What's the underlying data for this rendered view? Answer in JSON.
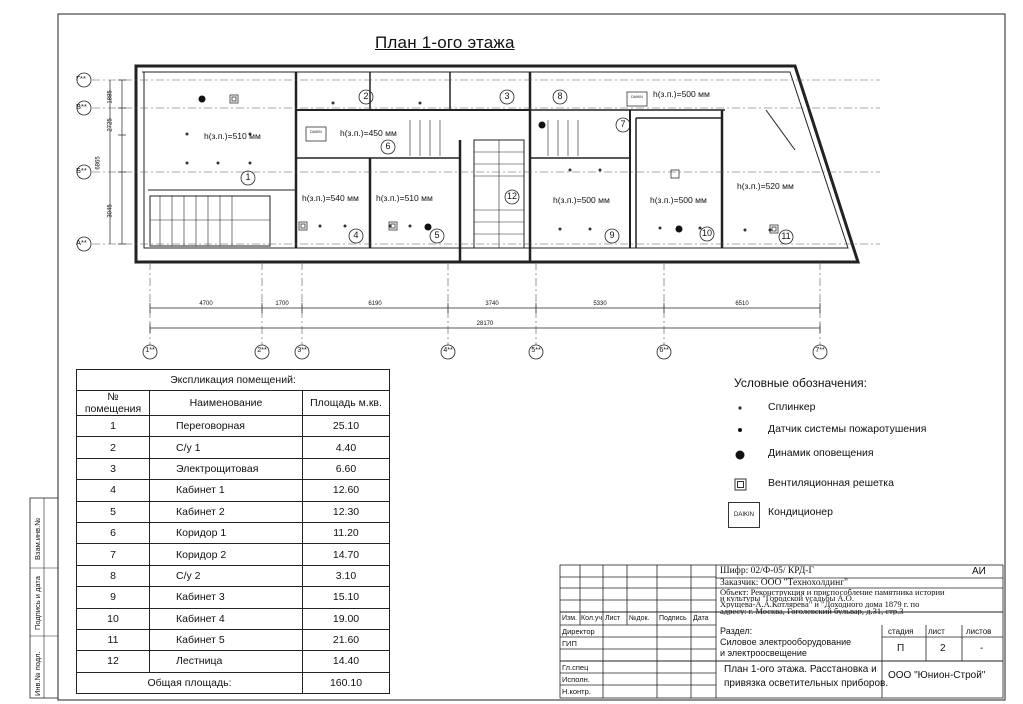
{
  "plan": {
    "title": "План 1-ого этажа",
    "axes_rows": [
      "Г**",
      "В**",
      "Б**",
      "А**"
    ],
    "axes_cols": [
      "1**",
      "2**",
      "3**",
      "4**",
      "5**",
      "6**",
      "7**"
    ],
    "row_dims": [
      "1885",
      "2725",
      "6865",
      "3045"
    ],
    "col_dims": [
      "4700",
      "1700",
      "6190",
      "3740",
      "5330",
      "6510"
    ],
    "total_dim": "28170",
    "room_numbers": [
      "1",
      "2",
      "3",
      "4",
      "5",
      "6",
      "7",
      "8",
      "9",
      "10",
      "11",
      "12"
    ],
    "heights": {
      "r1": "h(з.п.)=510 мм",
      "r6": "h(з.п.)=450 мм",
      "r7": "h(з.п.)=500 мм",
      "r4": "h(з.п.)=540 мм",
      "r5": "h(з.п.)=510 мм",
      "r9": "h(з.п.)=500 мм",
      "r10": "h(з.п.)=500 мм",
      "r11": "h(з.п.)=520 мм"
    },
    "daikin": "DAIKIN"
  },
  "explication": {
    "caption": "Экспликация помещений:",
    "headers": [
      "№ помещения",
      "Наименование",
      "Площадь м.кв."
    ],
    "rows": [
      {
        "no": "1",
        "name": "Переговорная",
        "area": "25.10"
      },
      {
        "no": "2",
        "name": "С/у 1",
        "area": "4.40"
      },
      {
        "no": "3",
        "name": "Электрощитовая",
        "area": "6.60"
      },
      {
        "no": "4",
        "name": "Кабинет 1",
        "area": "12.60"
      },
      {
        "no": "5",
        "name": "Кабинет 2",
        "area": "12.30"
      },
      {
        "no": "6",
        "name": "Коридор 1",
        "area": "11.20"
      },
      {
        "no": "7",
        "name": "Коридор 2",
        "area": "14.70"
      },
      {
        "no": "8",
        "name": "С/у 2",
        "area": "3.10"
      },
      {
        "no": "9",
        "name": "Кабинет 3",
        "area": "15.10"
      },
      {
        "no": "10",
        "name": "Кабинет 4",
        "area": "19.00"
      },
      {
        "no": "11",
        "name": "Кабинет 5",
        "area": "21.60"
      },
      {
        "no": "12",
        "name": "Лестница",
        "area": "14.40"
      }
    ],
    "total_label": "Общая площадь:",
    "total_value": "160.10"
  },
  "legend": {
    "title": "Условные обозначения:",
    "items": [
      {
        "icon": "small-dot-icon",
        "label": "Сплинкер"
      },
      {
        "icon": "medium-dot-icon",
        "label": "Датчик системы пожаротушения"
      },
      {
        "icon": "large-dot-icon",
        "label": "Динамик оповещения"
      },
      {
        "icon": "grille-icon",
        "label": "Вентиляционная решетка"
      },
      {
        "icon": "daikin-icon",
        "label": "Кондиционер",
        "box_text": "DAIKIN"
      }
    ]
  },
  "title_block": {
    "cipher": "Шифр:    02/Ф-05/ КРД-Г",
    "cipher_code": "АИ",
    "customer": "Заказчик:  ООО \"Технохолдинг\"",
    "object_lines": [
      "Объект: Реконструкция и приспособление памятника истории",
      "и культуры \"Городской усадьбы А.О.",
      "Хрущева-А.А.Котляревa\" и \"Доходного  дома 1879 г. по",
      "адресу: г. Москва, Гоголевский бульвар, д.31, стр.3"
    ],
    "col_headers": [
      "Изм.",
      "Кол.уч",
      "Лист",
      "№док.",
      "Подпись",
      "Дата"
    ],
    "roles": [
      "Директор",
      "ГИП",
      "",
      "Гл.спец",
      "Исполн.",
      "Н.контр."
    ],
    "section_lines": [
      "Раздел:",
      "Силовое электрооборудование",
      "и электроосвещение"
    ],
    "stage_headers": [
      "стадия",
      "лист",
      "листов"
    ],
    "stage_values": [
      "П",
      "2",
      "-"
    ],
    "sheet_title_lines": [
      "План 1-ого этажа. Расстановка и",
      "привязка осветительных приборов."
    ],
    "company": "ООО \"Юнион-Строй\""
  },
  "side_stamp": [
    "Взам.инв.№",
    "Подпись и дата",
    "Инв.№ подл."
  ]
}
